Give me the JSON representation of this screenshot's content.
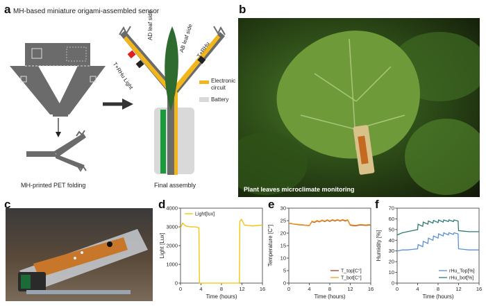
{
  "panels": {
    "a": {
      "letter": "a",
      "title": "MH-based miniature origami-assembled sensor",
      "caption_left": "MH-printed PET folding",
      "caption_right": "Final assembly",
      "leaf_ad": "AD leaf side",
      "leaf_ab": "AB leaf side",
      "sensor_left": "T+RHu Light",
      "sensor_right": "T+RHu",
      "legend_circuit": "Electronic circuit",
      "legend_battery": "Battery",
      "colors": {
        "circuit": "#f2b61d",
        "battery": "#d9d9d9",
        "pet": "#6b6b6b",
        "leaf": "#2f6b2f",
        "board": "#1a9a3c",
        "light_sensor": "#e02020"
      }
    },
    "b": {
      "letter": "b",
      "caption": "Plant leaves microclimate monitoring"
    },
    "c": {
      "letter": "c"
    },
    "d": {
      "letter": "d"
    },
    "e": {
      "letter": "e"
    },
    "f": {
      "letter": "f"
    }
  },
  "chart_data": [
    {
      "type": "line",
      "panel": "d",
      "xlabel": "Time (hours)",
      "ylabel": "Light [Lux]",
      "xlim": [
        0,
        16
      ],
      "ylim": [
        0,
        4000
      ],
      "xticks": [
        0,
        4,
        8,
        12,
        16
      ],
      "yticks": [
        0,
        1000,
        2000,
        3000,
        4000
      ],
      "legend_position": "top-left",
      "series": [
        {
          "name": "Light[lux]",
          "color": "#f2c200",
          "x": [
            0,
            0.4,
            1,
            2,
            3,
            3.6,
            3.7,
            11.5,
            11.6,
            11.9,
            12.5,
            14,
            16
          ],
          "y": [
            2950,
            3200,
            3050,
            3000,
            3000,
            2950,
            0,
            0,
            3300,
            3400,
            3100,
            3050,
            3100
          ]
        }
      ]
    },
    {
      "type": "line",
      "panel": "e",
      "xlabel": "Time (hours)",
      "ylabel": "Temperature [C°]",
      "xlim": [
        0,
        16
      ],
      "ylim": [
        0,
        30
      ],
      "xticks": [
        0,
        4,
        8,
        12,
        16
      ],
      "yticks": [
        0,
        5,
        10,
        15,
        20,
        25,
        30
      ],
      "legend_position": "bottom-right",
      "series": [
        {
          "name": "T_top[C°]",
          "color": "#a83a28",
          "x": [
            0,
            1,
            2,
            3,
            4,
            4.5,
            5,
            5.5,
            6,
            6.5,
            7,
            7.5,
            8,
            8.5,
            9,
            9.5,
            10,
            10.5,
            11,
            11.5,
            12,
            13,
            14,
            15,
            16
          ],
          "y": [
            24,
            23.6,
            23.4,
            23.2,
            23,
            24.6,
            24.3,
            24.9,
            24.5,
            25.1,
            24.6,
            25.2,
            24.7,
            25.3,
            24.8,
            25.3,
            24.8,
            25.3,
            24.9,
            25.2,
            23.2,
            22.9,
            23.3,
            23.1,
            23.3
          ]
        },
        {
          "name": "T_bot[C°]",
          "color": "#f0a020",
          "x": [
            0,
            1,
            2,
            3,
            4,
            4.5,
            5,
            5.5,
            6,
            6.5,
            7,
            7.5,
            8,
            8.5,
            9,
            9.5,
            10,
            10.5,
            11,
            11.5,
            12,
            13,
            14,
            15,
            16
          ],
          "y": [
            24.1,
            23.7,
            23.5,
            23.3,
            23.1,
            24.8,
            24.5,
            25.1,
            24.7,
            25.3,
            24.8,
            25.4,
            24.9,
            25.5,
            25.0,
            25.5,
            25.0,
            25.5,
            25.1,
            25.4,
            23.4,
            23.1,
            23.5,
            23.3,
            23.5
          ]
        }
      ]
    },
    {
      "type": "line",
      "panel": "f",
      "xlabel": "Time (hours)",
      "ylabel": "Humidity [%]",
      "xlim": [
        0,
        16
      ],
      "ylim": [
        0,
        70
      ],
      "xticks": [
        0,
        4,
        8,
        12,
        16
      ],
      "yticks": [
        0,
        10,
        20,
        30,
        40,
        50,
        60,
        70
      ],
      "legend_position": "bottom-right",
      "series": [
        {
          "name": "rHu_Top[%]",
          "color": "#5b8fd6",
          "x": [
            0,
            1,
            2,
            3,
            4,
            4.1,
            5,
            5.1,
            6,
            6.1,
            7,
            7.1,
            8,
            8.1,
            9,
            9.1,
            10,
            10.1,
            11,
            11.1,
            11.9,
            12,
            13,
            14,
            15,
            16
          ],
          "y": [
            30,
            31,
            31,
            31.5,
            32,
            36,
            34,
            39,
            37,
            42,
            40,
            44,
            42,
            46,
            44,
            47,
            45,
            47,
            45.5,
            47,
            46,
            32,
            31.5,
            31,
            31,
            31
          ]
        },
        {
          "name": "rHu_bot[%]",
          "color": "#2f7a70",
          "x": [
            0,
            1,
            2,
            3,
            4,
            4.1,
            5,
            5.1,
            6,
            6.1,
            7,
            7.1,
            8,
            8.1,
            9,
            9.1,
            10,
            10.1,
            11,
            11.1,
            11.9,
            12,
            13,
            14,
            15,
            16
          ],
          "y": [
            45,
            47,
            48,
            49,
            50,
            55,
            53,
            57,
            55,
            58,
            56,
            58.5,
            56.5,
            59,
            57,
            59,
            57.5,
            59,
            57.5,
            59,
            58,
            49,
            48.5,
            48,
            48,
            48
          ]
        }
      ]
    }
  ]
}
